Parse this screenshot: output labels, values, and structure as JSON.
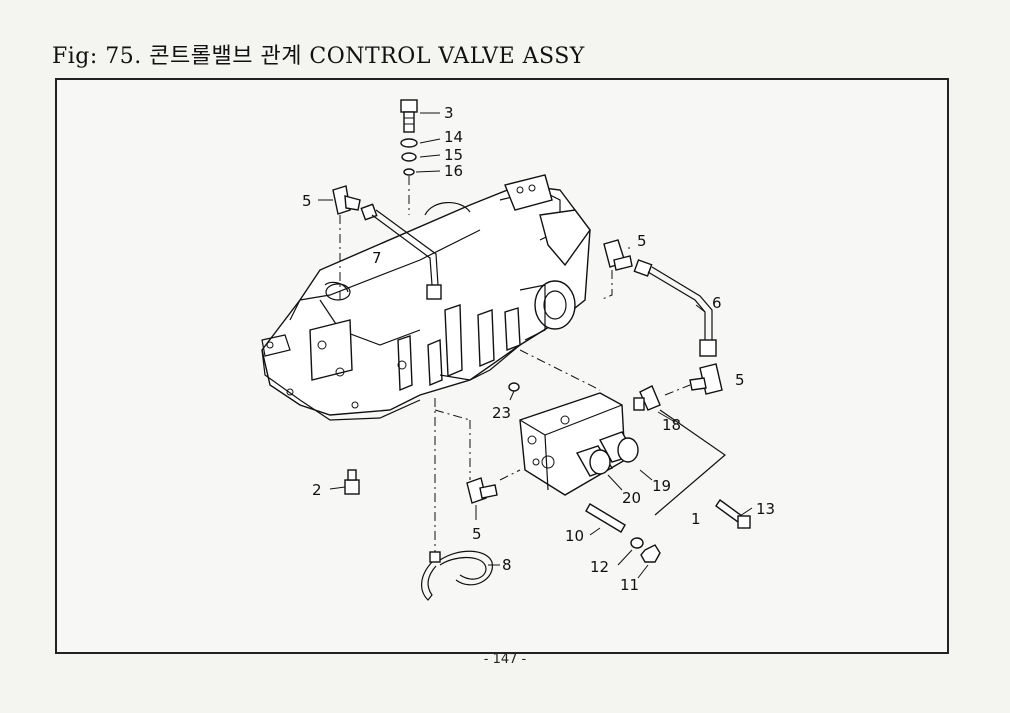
{
  "title": "Fig: 75. 콘트롤밸브 관계 CONTROL VALVE ASSY",
  "page_number": "- 147 -",
  "callouts": {
    "c3": "3",
    "c14": "14",
    "c15": "15",
    "c16": "16",
    "c5a": "5",
    "c7": "7",
    "c5b": "5",
    "c6": "6",
    "c5c": "5",
    "c23": "23",
    "c18": "18",
    "c2": "2",
    "c19": "19",
    "c20": "20",
    "c1": "1",
    "c13": "13",
    "c5d": "5",
    "c10": "10",
    "c12": "12",
    "c11": "11",
    "c8": "8"
  }
}
